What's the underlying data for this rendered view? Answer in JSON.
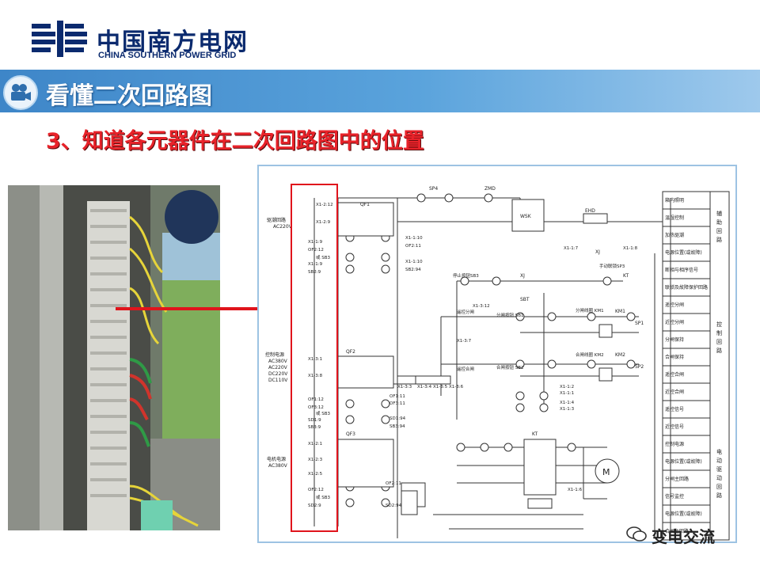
{
  "header": {
    "logo_cn": "中国南方电网",
    "logo_en": "CHINA SOUTHERN POWER GRID"
  },
  "banner": {
    "title": "看懂二次回路图",
    "icon": "video-camera-icon"
  },
  "subtitle": "3、知道各元器件在二次回路图中的位置",
  "watermark": {
    "text": "变电交流",
    "icon": "wechat-icon"
  },
  "diagram": {
    "left_labels": [
      "驱潮回路",
      "AC220V",
      "控制电源",
      "AC380V",
      "AC220V",
      "DC220V",
      "DC110V",
      "电机电源",
      "AC380V"
    ],
    "terminals": [
      "X1-2:12",
      "X1-2:9",
      "X1-1:9",
      "OF2:12",
      "或 SB3",
      "X1-1:9",
      "SB2:9",
      "X1-3:1",
      "X1-3:8",
      "OF1:12",
      "OF3:12",
      "或 SB3",
      "SD1:9",
      "SB3:9",
      "X1-2:1",
      "X1-2:3",
      "X1-2:5",
      "OF2:12",
      "或 SB3",
      "SD2:9"
    ],
    "components": [
      "SP4",
      "ZMD",
      "WSK",
      "EHD",
      "QF1",
      "XJ",
      "KT",
      "SBT",
      "QF2",
      "QF3",
      "KM1",
      "KM2",
      "SP1",
      "SP2",
      "XJ",
      "KT",
      "M"
    ],
    "wire_labels": [
      "X1-1:10",
      "OF2:11",
      "X1-1:10",
      "SB2:94",
      "X1-1:7",
      "X1-1:8",
      "停止按钮SB3",
      "手动联锁SP3",
      "X1-3:12",
      "遥控分闸",
      "分闸按钮 SB1",
      "分闸线圈 KM1",
      "X1-3:7",
      "遥控合闸",
      "合闸按钮 SB2",
      "合闸线圈 KM2",
      "X1-3:3",
      "X1-3:4",
      "X1-3:5",
      "X1-3:6",
      "OF1:11",
      "OF3:11",
      "SD1:94",
      "SB3:94",
      "X1-1:2",
      "X1-1:1",
      "X1-1:4",
      "X1-1:3",
      "OF2:11",
      "SD2:94",
      "X1-1:6"
    ],
    "legend_rows": [
      "箱内照明",
      "温湿控制",
      "加热驱潮",
      "电源位置(或故障)信号",
      "断相与相序信号",
      "联锁及故障保护回路",
      "遥控分闸",
      "近控分闸",
      "分闸保持",
      "合闸保持",
      "遥控合闸",
      "近控合闸",
      "遥控信号",
      "近控信号",
      "控制电源",
      "电源位置(或故障)信号",
      "分闸主回路",
      "信号监控",
      "电源位置(或故障)信号",
      "合闸主回路"
    ],
    "legend_groups": [
      "辅助回路",
      "控制回路",
      "电动驱动回路"
    ]
  },
  "colors": {
    "banner": "#4a92d0",
    "subtitle": "#e8232a",
    "highlight": "#e0141c",
    "logo": "#0b2a6e"
  }
}
